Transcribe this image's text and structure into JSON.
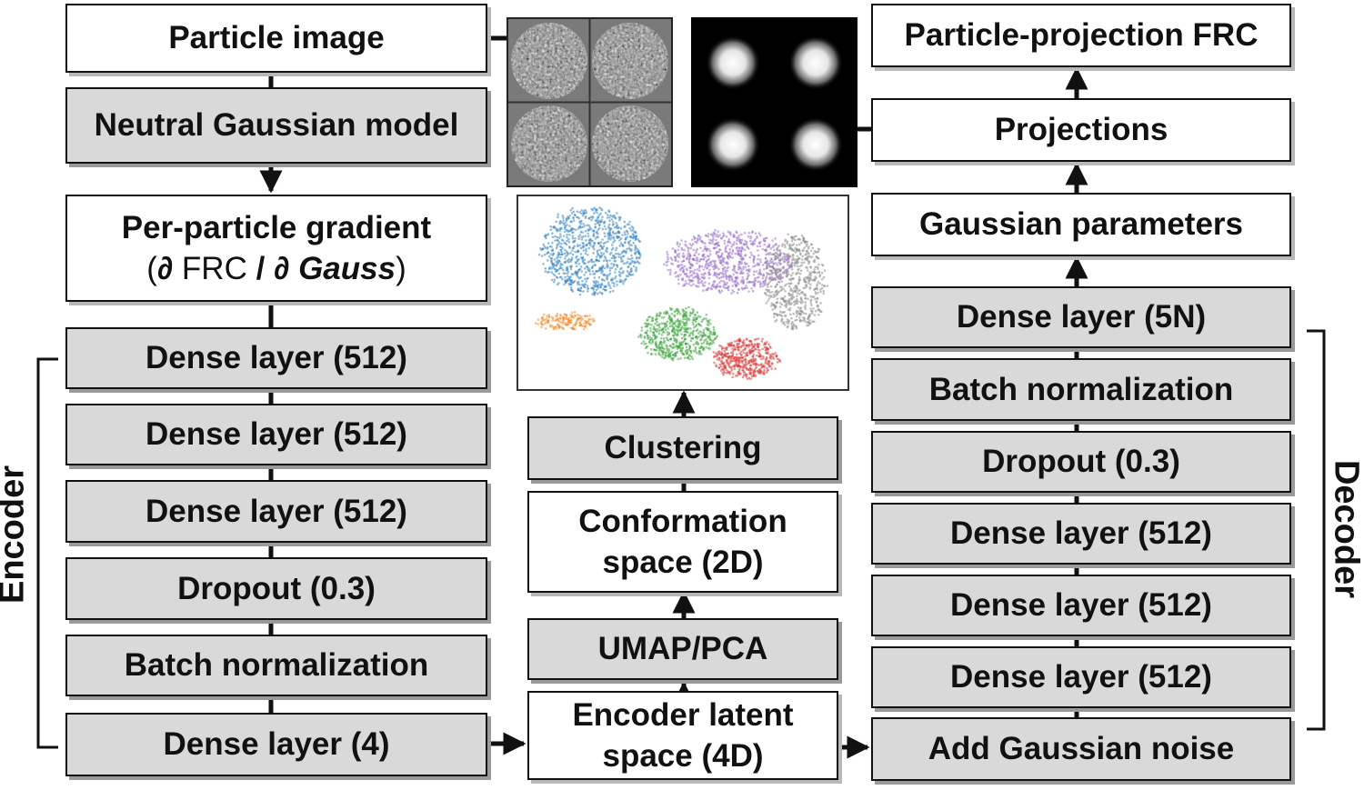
{
  "left_column": {
    "particle_image": "Particle image",
    "neutral_gaussian_model": "Neutral Gaussian model",
    "gradient_title": "Per-particle gradient",
    "gradient_open": "(",
    "gradient_d1": "∂",
    "gradient_frc": " FRC ",
    "gradient_slash": "/ ",
    "gradient_d2": "∂",
    "gradient_gauss": " Gauss",
    "gradient_close": ")",
    "layers": [
      "Dense layer (512)",
      "Dense layer (512)",
      "Dense layer (512)",
      "Dropout (0.3)",
      "Batch normalization",
      "Dense layer (4)"
    ],
    "label": "Encoder"
  },
  "middle_column": {
    "encoder_latent": "Encoder latent space (4D)",
    "umap_pca": "UMAP/PCA",
    "conformation_space": "Conformation space (2D)",
    "clustering": "Clustering",
    "cluster_colors": {
      "blue": "#3b86c2",
      "orange": "#f08a2a",
      "purple": "#9a72cc",
      "gray": "#8e8e8e",
      "green": "#3ca63c",
      "red": "#d93c3c"
    }
  },
  "right_column": {
    "particle_projection_frc": "Particle-projection FRC",
    "projections": "Projections",
    "gaussian_parameters": "Gaussian parameters",
    "layers": [
      "Dense layer (5N)",
      "Batch normalization",
      "Dropout (0.3)",
      "Dense layer (512)",
      "Dense layer (512)",
      "Dense layer (512)"
    ],
    "add_noise": "Add Gaussian noise",
    "label": "Decoder"
  }
}
